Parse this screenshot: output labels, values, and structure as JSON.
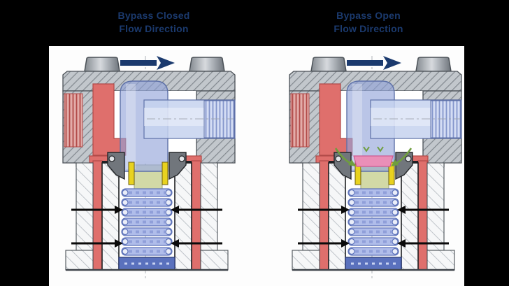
{
  "titles": {
    "left": {
      "line1": "Bypass Closed",
      "line2": "Flow Direction"
    },
    "right": {
      "line1": "Bypass Open",
      "line2": "Flow Direction"
    }
  },
  "diagram_states": {
    "left": "closed",
    "right": "open"
  },
  "colors": {
    "page_bg": "#000000",
    "panel": "#fdfdfd",
    "navy": "#1b3a6e",
    "metal": "#c2c7cc",
    "metal_line": "#82888f",
    "metal_edge": "#4b5157",
    "hatchl_bg": "#f6f7f8",
    "hatchl_line": "#b2b8be",
    "red": "#df6f6c",
    "red_dark": "#b14a48",
    "tred_bg": "#e3aca9",
    "blue": "#8fa2d8",
    "blue_light": "#c6d2ef",
    "blue_dark": "#5e71a8",
    "tblue_bg": "#d4ddf4",
    "tblue_line": "#8496cb",
    "spring": "#b0bdea",
    "spring_line": "#5f74ba",
    "spring_seat": "#5a71bd",
    "yellow": "#e8d21f",
    "yellow_green": "#d2d9a6",
    "collar": "#71767c",
    "green": "#6f9e3e",
    "pink": "#ea8fb8",
    "pink_edge": "#cf5a92"
  }
}
